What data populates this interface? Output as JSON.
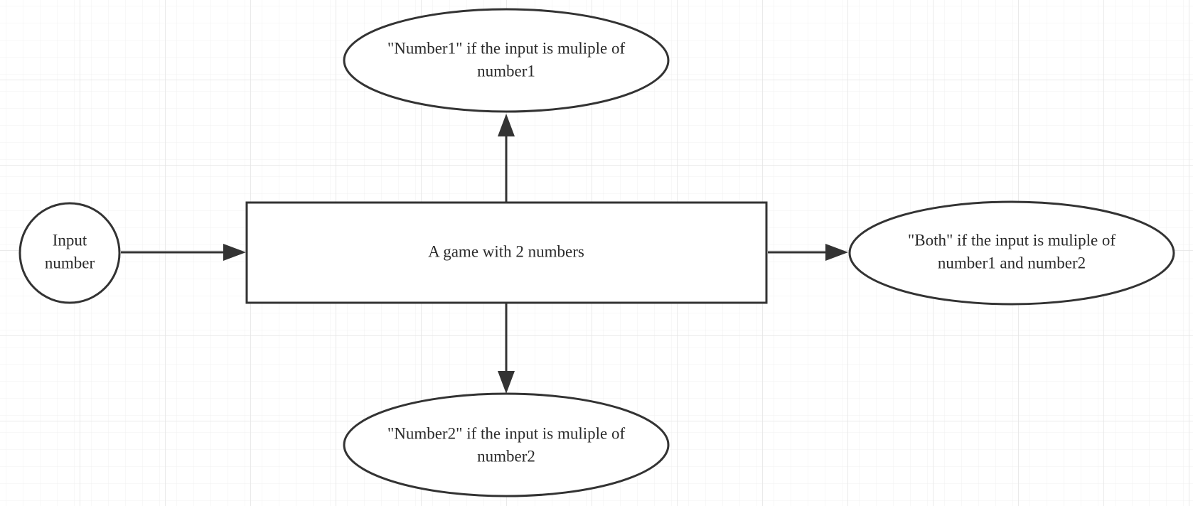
{
  "colors": {
    "background": "#ffffff",
    "grid_minor": "#f1f1f1",
    "grid_major": "#e4e4e4",
    "stroke": "#333333",
    "text": "#2b2b2b"
  },
  "nodes": {
    "input": {
      "lines": [
        "Input",
        "number"
      ]
    },
    "process": {
      "lines": [
        "A game with 2 numbers"
      ]
    },
    "output_number1": {
      "lines": [
        "\"Number1\" if the input is muliple of",
        "number1"
      ]
    },
    "output_number2": {
      "lines": [
        "\"Number2\" if the input is muliple of",
        "number2"
      ]
    },
    "output_both": {
      "lines": [
        "\"Both\" if the input is muliple of",
        "number1 and number2"
      ]
    }
  }
}
